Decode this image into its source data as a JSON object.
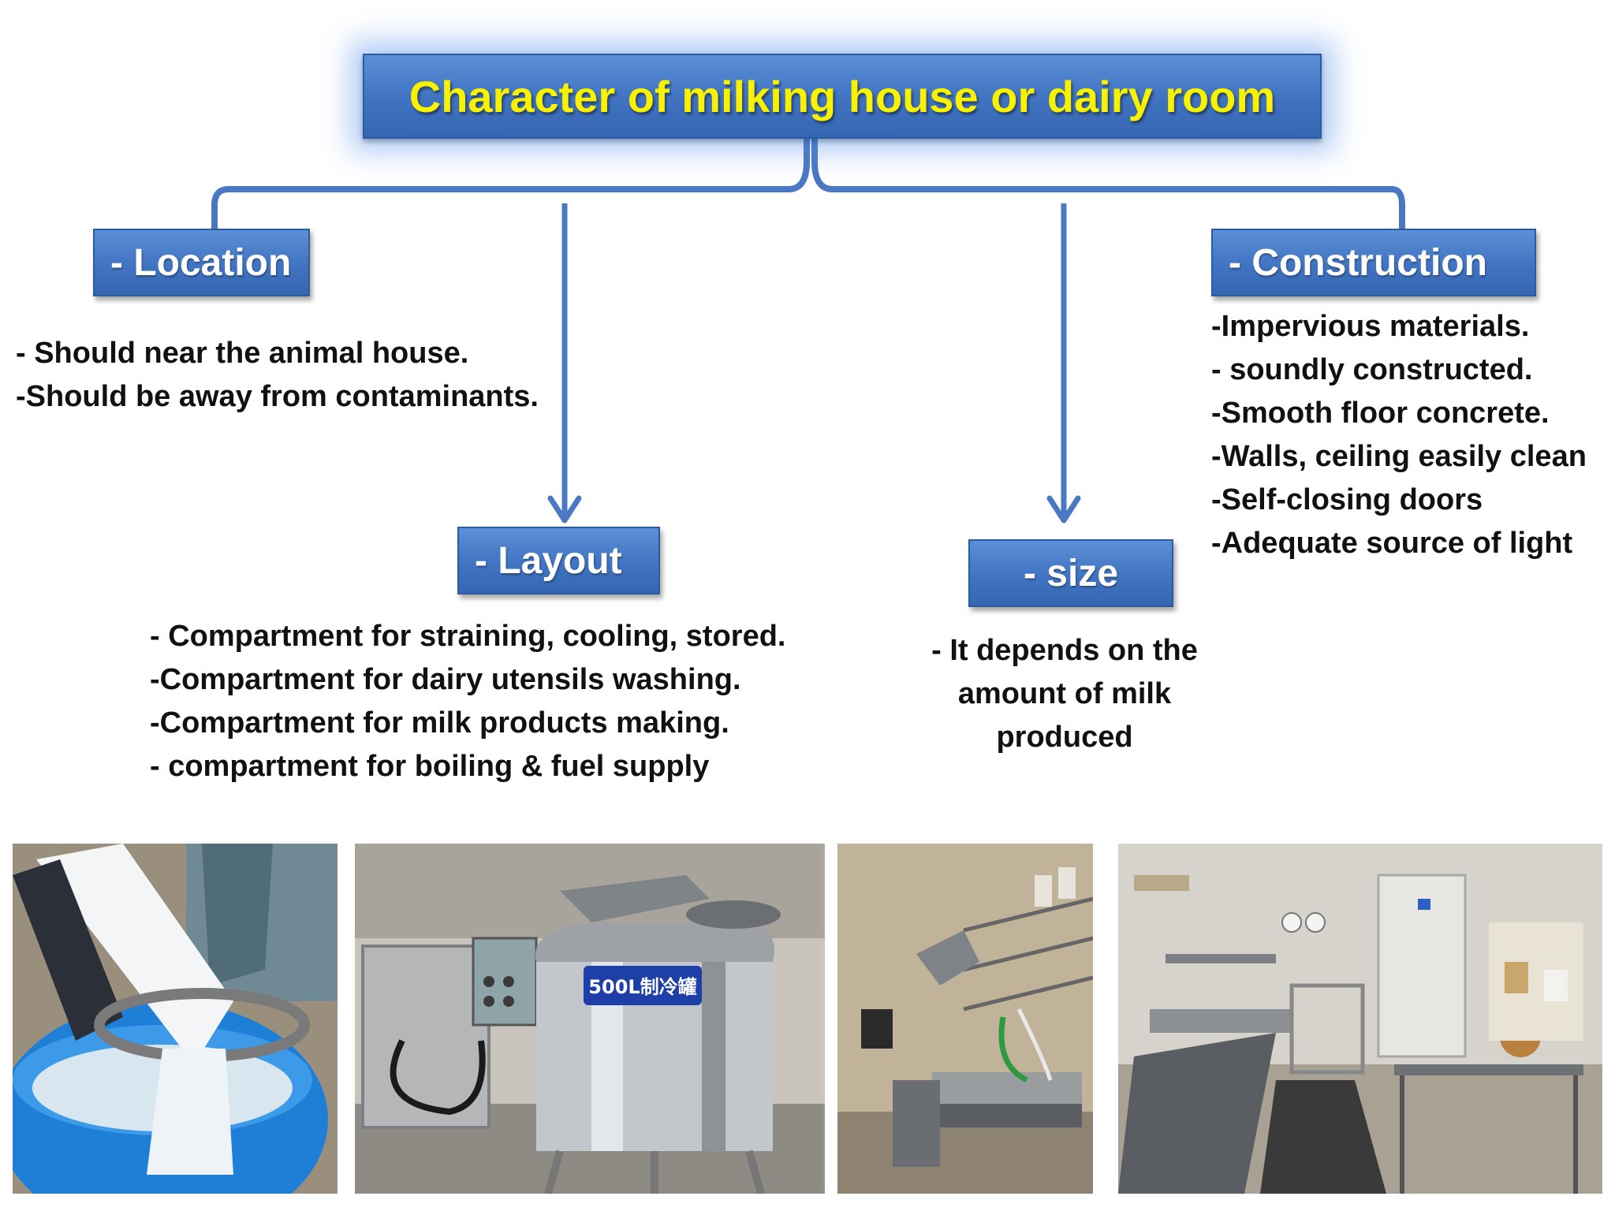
{
  "title": "Character of milking house or dairy room",
  "nodes": {
    "location": {
      "label": "- Location",
      "items": [
        "- Should near the animal house.",
        "-Should be away from contaminants."
      ]
    },
    "layout": {
      "label": "- Layout",
      "items": [
        "- Compartment for straining, cooling, stored.",
        "-Compartment  for dairy utensils washing.",
        "-Compartment for milk products making.",
        "- compartment for  boiling & fuel supply"
      ]
    },
    "size": {
      "label": "- size",
      "items": [
        "- It depends on the",
        "amount of milk",
        "produced"
      ]
    },
    "construction": {
      "label": "- Construction",
      "items": [
        "-Impervious materials.",
        "- soundly constructed.",
        "-Smooth  floor concrete.",
        "-Walls, ceiling easily clean",
        "-Self-closing doors",
        "-Adequate source of light"
      ]
    }
  },
  "photos": {
    "tank_label": "500L制冷罐"
  },
  "colors": {
    "box_blue": "#3f72c0",
    "title_yellow": "#f8f200",
    "connector_blue": "#4a78c2"
  }
}
